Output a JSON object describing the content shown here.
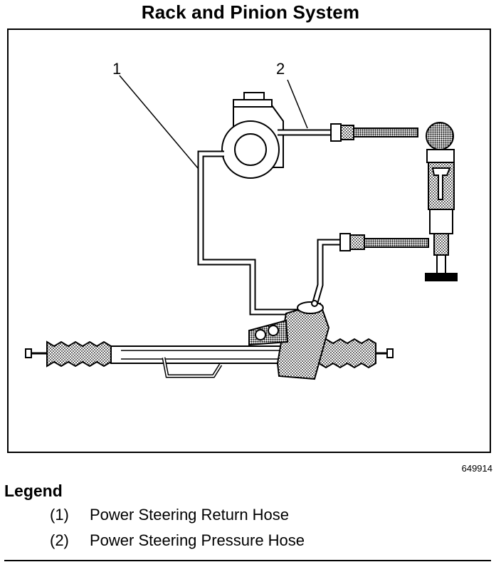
{
  "title": "Rack and Pinion System",
  "figure_number": "649914",
  "callouts": [
    "1",
    "2"
  ],
  "legend": {
    "heading": "Legend",
    "items": [
      {
        "num": "(1)",
        "label": "Power Steering Return Hose"
      },
      {
        "num": "(2)",
        "label": "Power Steering Pressure Hose"
      }
    ]
  }
}
